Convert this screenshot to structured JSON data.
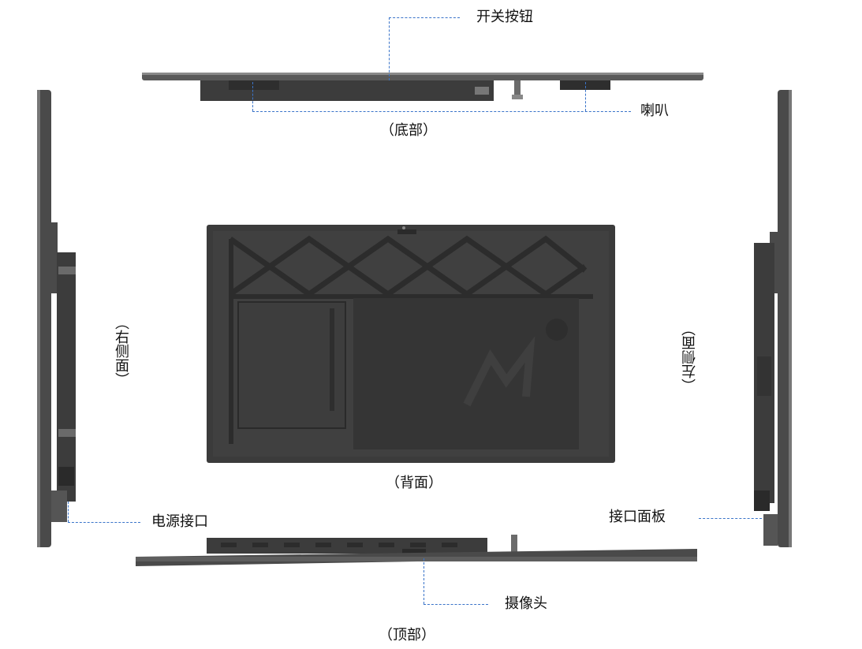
{
  "labels": {
    "power_button": "开关按钮",
    "speaker": "喇叭",
    "bottom_view": "（底部）",
    "right_side": "（右侧面）",
    "left_side": "（左侧面）",
    "back_view": "（背面）",
    "power_port": "电源接口",
    "interface_panel": "接口面板",
    "camera": "摄像头",
    "top_view": "（顶部）"
  },
  "colors": {
    "device_dark": "#3b3b3b",
    "device_body": "#4a4a4a",
    "leader_line": "#3a74c9"
  }
}
